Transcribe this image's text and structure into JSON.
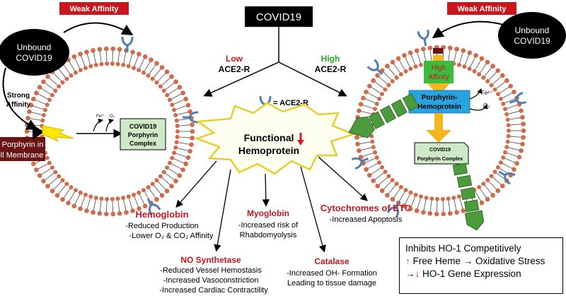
{
  "title": "COVID19",
  "left": {
    "weak_affinity": "Weak Affinity",
    "unbound_line1": "Unbound",
    "unbound_line2": "COVID19",
    "strong_affinity_line1": "Strong",
    "strong_affinity_line2": "Affinity",
    "porphyrin_line1": "Porphyrin in",
    "porphyrin_line2": "ell Membrane",
    "fe_label": "Fe²⁺",
    "o2_label": "O₂",
    "complex_line1": "COVID19",
    "complex_line2": "Porphyrin",
    "complex_line3": "Complex"
  },
  "center": {
    "low_label": "Low",
    "low_ace2": "ACE2-R",
    "high_label": "High",
    "high_ace2": "ACE2-R",
    "ace2_key": "= ACE2-R",
    "functional_line1": "Functional",
    "functional_line2": "Hemoprotein"
  },
  "right": {
    "weak_affinity": "Weak Affinity",
    "unbound_line1": "Unbound",
    "unbound_line2": "COVID19",
    "high_affinity_line1": "High",
    "high_affinity_line2": "Affinity",
    "porphyrin_hemo_line1": "Porphyrin-",
    "porphyrin_hemo_line2": "Hemoprotein",
    "fe_label": "Fe²⁺",
    "o2_label": "O₂",
    "complex_line1": "COVID19",
    "complex_line2": "Porphyrin Complex"
  },
  "outcomes": {
    "hemoglobin": {
      "title": "Hemoglobin",
      "l1": "-Reduced Production",
      "l2": "-Lower O₂ & CO₂ Affinity"
    },
    "myoglobin": {
      "title": "Myoglobin",
      "l1": "-Increased risk of",
      "l2": "Rhabdomyolysis"
    },
    "cytochromes": {
      "title": "Cytochromes of ETC",
      "l1": "-Increased Apoptosis"
    },
    "no_synthetase": {
      "title": "NO Synthetase",
      "l1": "-Reduced Vessel Hemostasis",
      "l2": "-Increased Vasoconstriction",
      "l3": "-Increased Cardiac Contractility"
    },
    "catalase": {
      "title": "Catalase",
      "l1": "-Increased OH- Formation",
      "l2": "Leading to tissue damage"
    }
  },
  "legend": {
    "line1": "Inhibits HO-1 Competitively",
    "line2_text": "Free Heme → Oxidative Stress",
    "line3_prefix": "→",
    "line3_text": "HO-1 Gene Expression",
    "up_arrow": "↑",
    "down_arrow": "↓"
  },
  "colors": {
    "red": "#c8161d",
    "green": "#27a327",
    "membrane": "#d2694a",
    "receptor": "#4f7fb0",
    "porphyrin_box": "#6b1414",
    "complex_fill": "#cfe9c8",
    "hemoprotein_fill": "#29a3e0",
    "spike_green": "#4b9b3c",
    "star_fill": "#fdfdf0",
    "star_stroke": "#e6cf2b",
    "bolt": "#ffe600",
    "arrow_orange": "#f3b61c"
  },
  "icons": [
    "ace2-receptor-icon",
    "lightning-bolt-icon",
    "red-down-arrow-icon",
    "green-up-arrow-icon"
  ]
}
